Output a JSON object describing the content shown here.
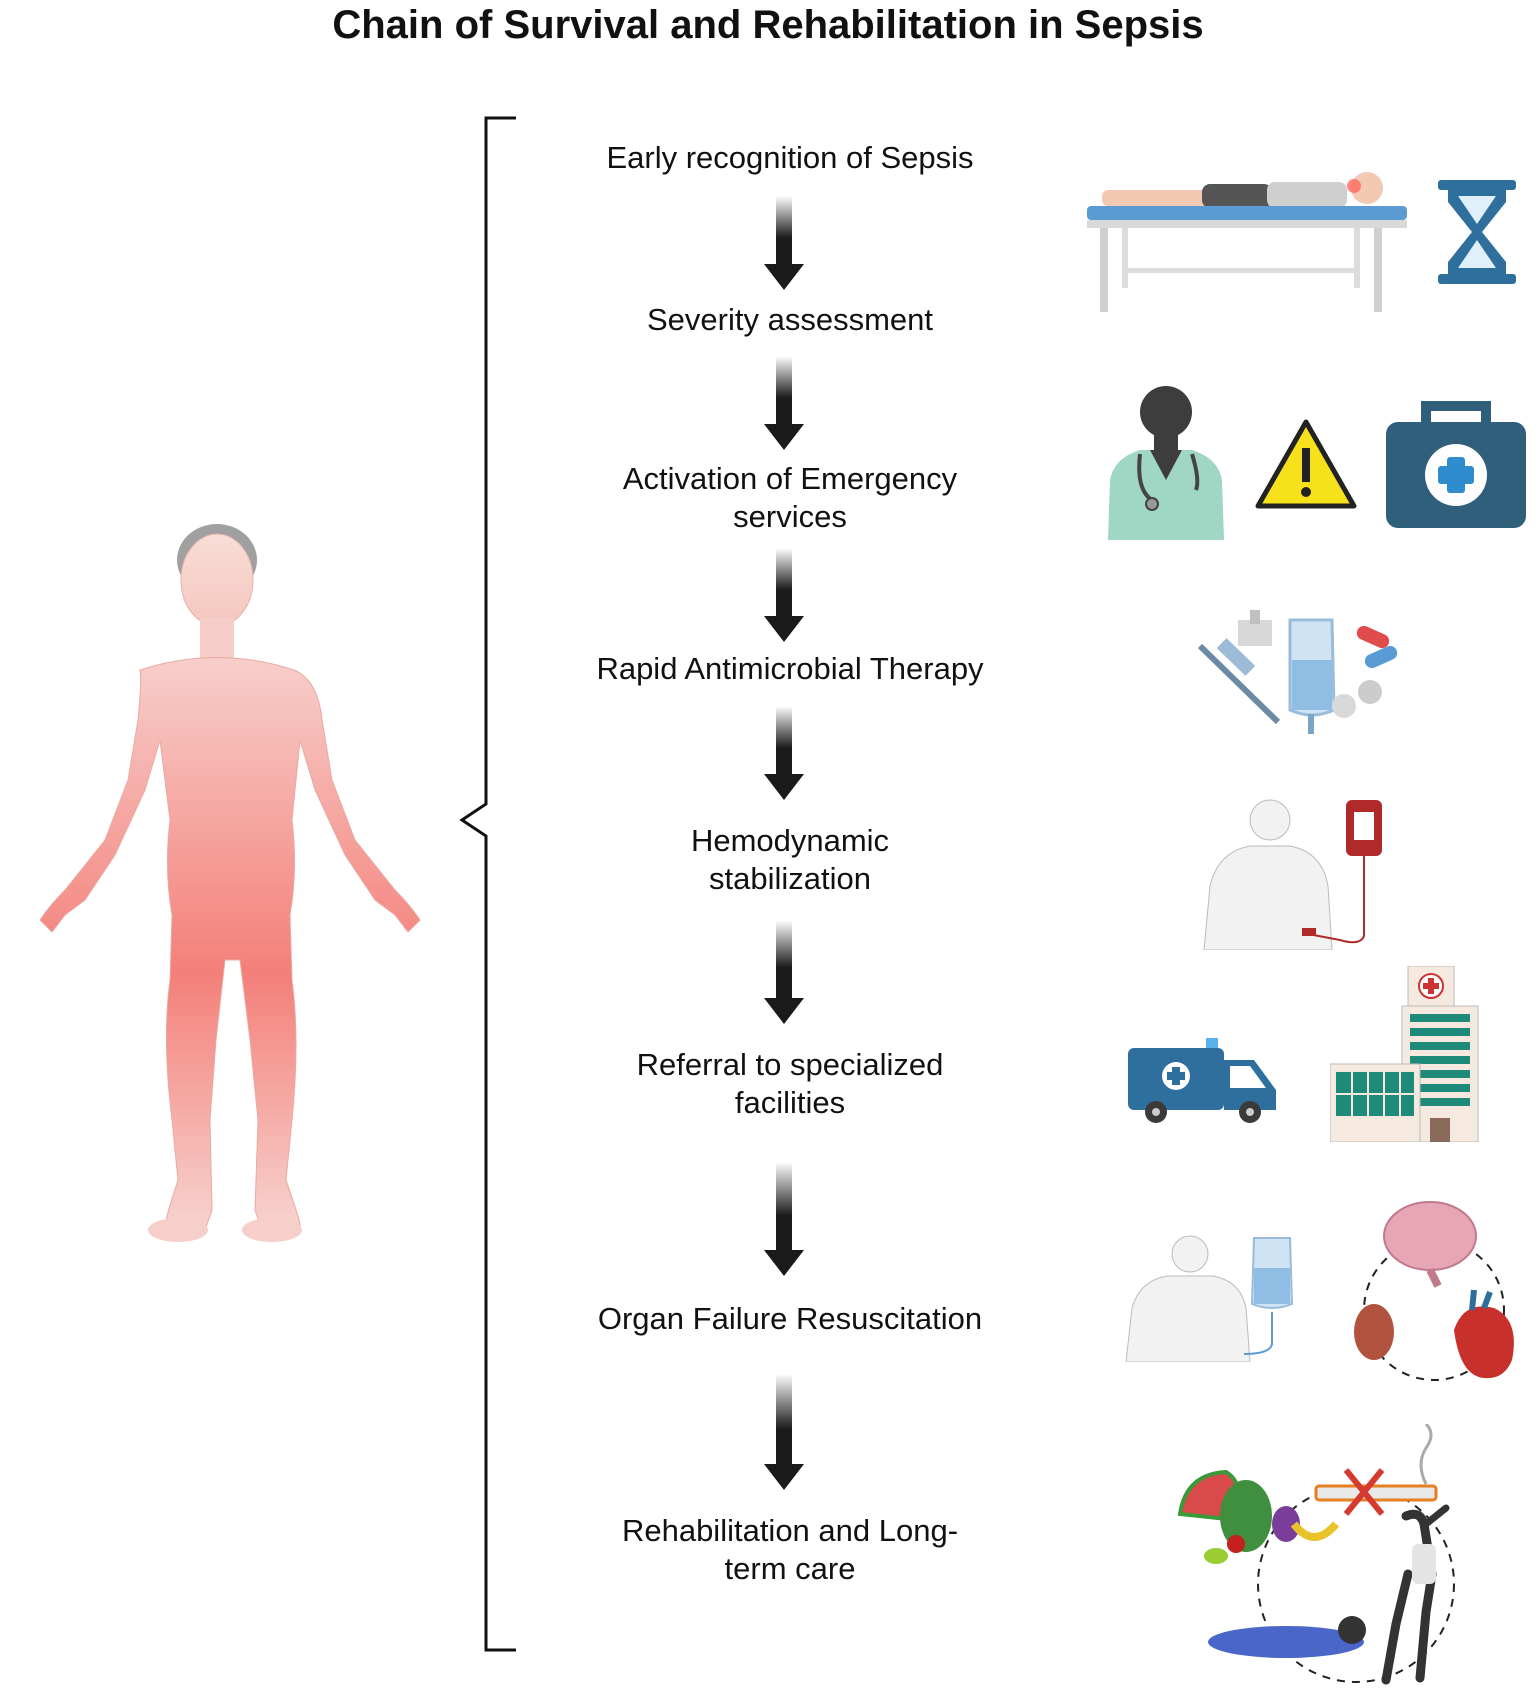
{
  "title": "Chain of Survival and Rehabilitation in Sepsis",
  "steps": [
    {
      "line1": "Early recognition of Sepsis",
      "line2": ""
    },
    {
      "line1": "Severity assessment",
      "line2": ""
    },
    {
      "line1": "Activation of Emergency",
      "line2": "services"
    },
    {
      "line1": "Rapid Antimicrobial Therapy",
      "line2": ""
    },
    {
      "line1": "Hemodynamic",
      "line2": "stabilization"
    },
    {
      "line1": "Referral to specialized",
      "line2": "facilities"
    },
    {
      "line1": "Organ Failure Resuscitation",
      "line2": ""
    },
    {
      "line1": "Rehabilitation and Long-",
      "line2": "term care"
    }
  ],
  "icons": [
    "patient-on-bed-icon",
    "hourglass-icon",
    "doctor-icon",
    "warning-icon",
    "first-aid-kit-icon",
    "medication-icon",
    "blood-transfusion-icon",
    "ambulance-icon",
    "hospital-icon",
    "iv-drip-patient-icon",
    "organs-icon",
    "healthy-lifestyle-icon"
  ],
  "colors": {
    "body_gradient_top": "#f7c6c3",
    "body_gradient_mid": "#f47f79",
    "arrow": "#1a1a1a",
    "hourglass": "#2e6f9e",
    "kit": "#2f5f7a",
    "warning": "#f6e11b"
  }
}
